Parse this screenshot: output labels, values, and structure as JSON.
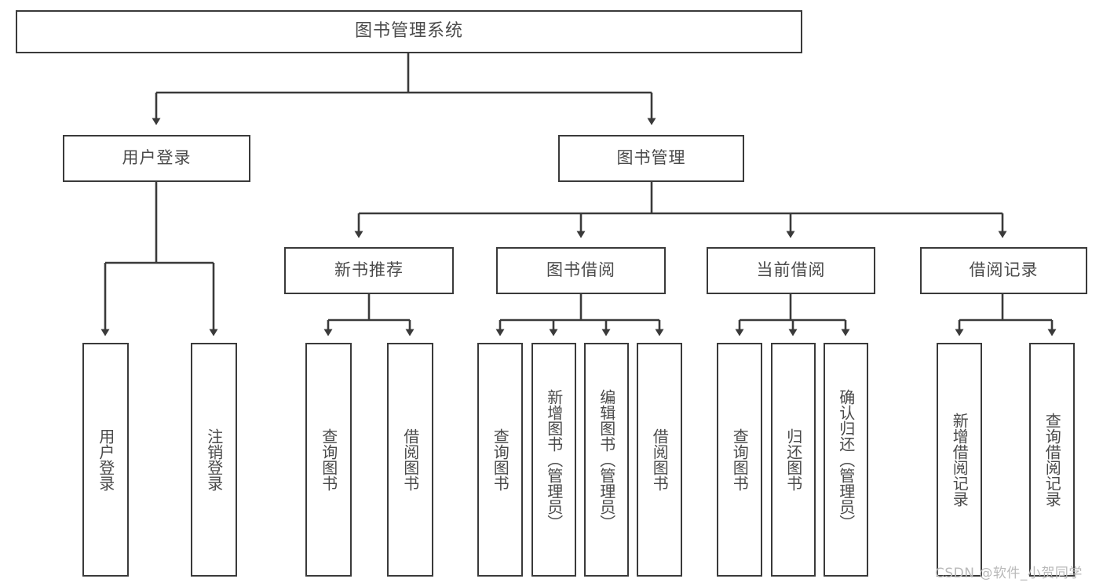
{
  "diagram": {
    "title": "图书管理系统",
    "type": "hierarchy-tree",
    "colors": {
      "background": "#ffffff",
      "box_border": "#3a3a3a",
      "box_fill": "#ffffff",
      "text": "#4a4a4a",
      "edge": "#3a3a3a",
      "watermark": "#b9b9b9"
    },
    "root": {
      "label": "图书管理系统"
    },
    "level2": [
      {
        "label": "用户登录"
      },
      {
        "label": "图书管理"
      }
    ],
    "level3": [
      {
        "label": "新书推荐"
      },
      {
        "label": "图书借阅"
      },
      {
        "label": "当前借阅"
      },
      {
        "label": "借阅记录"
      }
    ],
    "leaves_user_login": [
      {
        "label": "用户登录"
      },
      {
        "label": "注销登录"
      }
    ],
    "leaves_new_book": [
      {
        "label": "查询图书"
      },
      {
        "label": "借阅图书"
      }
    ],
    "leaves_borrow": [
      {
        "label": "查询图书"
      },
      {
        "label": "新增图书（管理员）"
      },
      {
        "label": "编辑图书（管理员）"
      },
      {
        "label": "借阅图书"
      }
    ],
    "leaves_current": [
      {
        "label": "查询图书"
      },
      {
        "label": "归还图书"
      },
      {
        "label": "确认归还（管理员）"
      }
    ],
    "leaves_record": [
      {
        "label": "新增借阅记录"
      },
      {
        "label": "查询借阅记录"
      }
    ],
    "watermark": "CSDN @软件_小贺同学"
  }
}
